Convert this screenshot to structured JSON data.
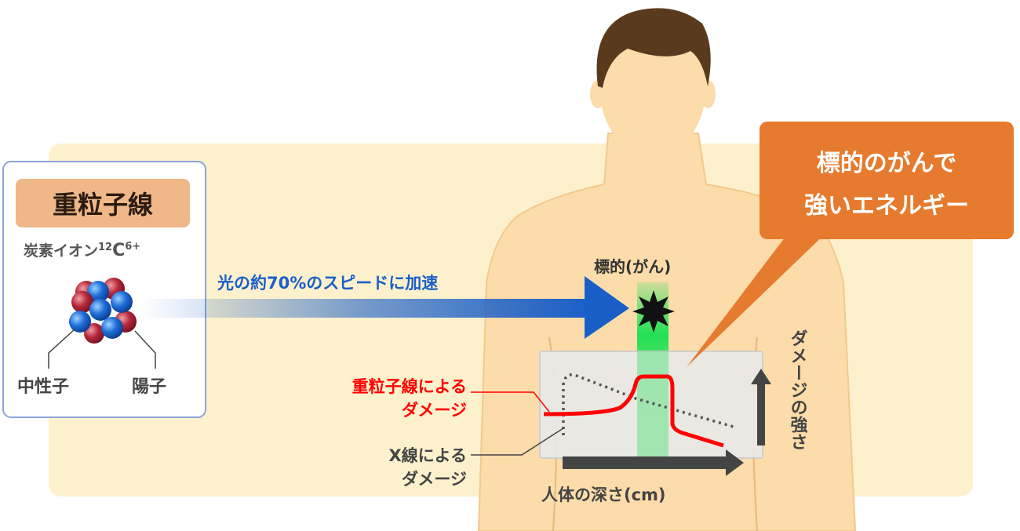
{
  "particle_box": {
    "title": "重粒子線",
    "subtitle": "炭素イオン",
    "isotope_mass": "12",
    "element": "C",
    "charge": "6+",
    "neutron_label": "中性子",
    "proton_label": "陽子"
  },
  "beam": {
    "label": "光の約70%のスピードに加速"
  },
  "target": {
    "label": "標的(がん)"
  },
  "callout": {
    "line1": "標的のがんで",
    "line2": "強いエネルギー"
  },
  "graph": {
    "heavy_label_1": "重粒子線による",
    "heavy_label_2": "ダメージ",
    "xray_label_1": "X線による",
    "xray_label_2": "ダメージ",
    "x_axis_label": "人体の深さ(cm)",
    "y_axis_label": "ダメージの強さ"
  },
  "colors": {
    "background": "#fdf1cd",
    "skin": "#fbdcaa",
    "hair": "#5a3a1c",
    "beam": "#1a5fc8",
    "callout": "#e67a2e",
    "heavy_curve": "#ff0000",
    "target_glow": "#22e055",
    "badge": "#f0b888"
  }
}
